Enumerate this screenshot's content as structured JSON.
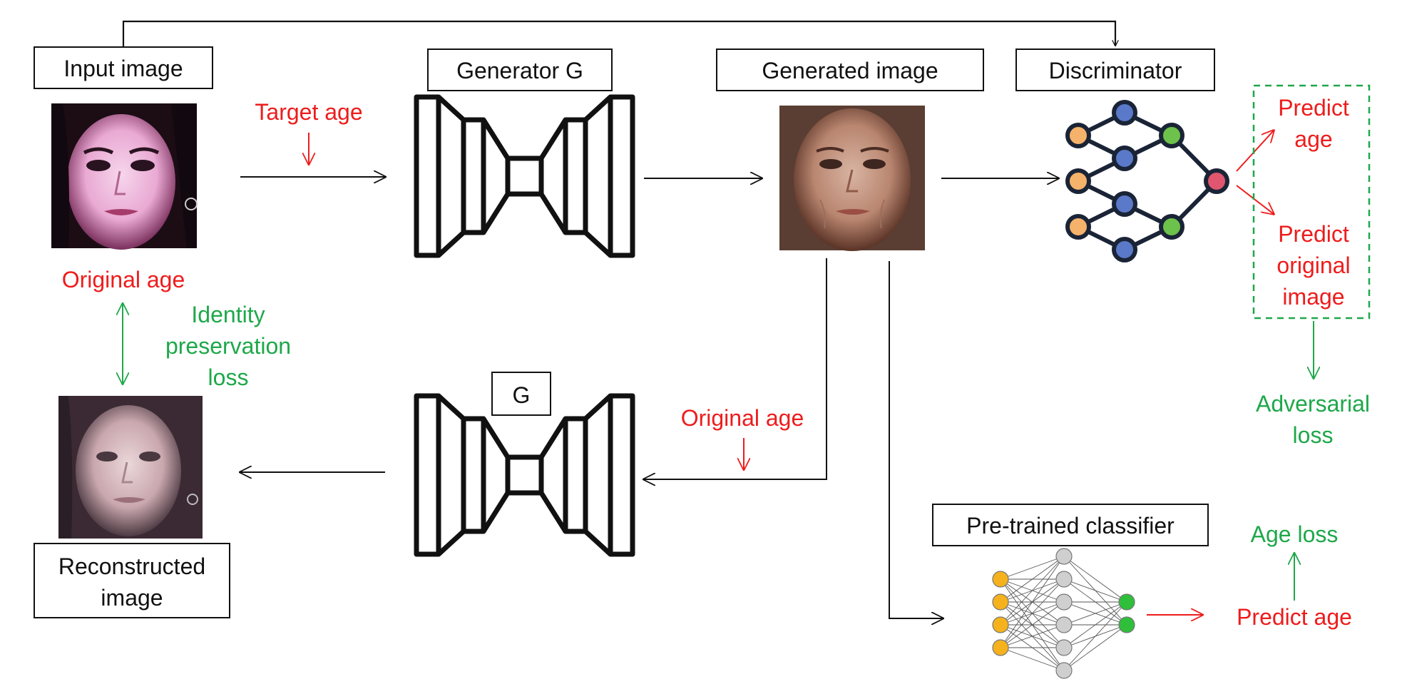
{
  "colors": {
    "black": "#111111",
    "red": "#ee1c1c",
    "green": "#1ea84a",
    "orange": "#f5b26b",
    "blue": "#5b79c9",
    "lightgreen": "#6cc24a",
    "pink": "#e0566e",
    "yellow": "#f5b21c",
    "gray": "#cfcfcf",
    "outgreen": "#2fbf3a"
  },
  "boxes": {
    "input_image": "Input image",
    "generator_g": "Generator G",
    "generated_image": "Generated image",
    "discriminator": "Discriminator",
    "g": "G",
    "reconstructed_line1": "Reconstructed",
    "reconstructed_line2": "image",
    "pretrained_classifier": "Pre-trained classifier"
  },
  "labels": {
    "target_age": "Target age",
    "original_age_left": "Original age",
    "identity_line1": "Identity",
    "identity_line2": "preservation",
    "identity_line3": "loss",
    "original_age_mid": "Original age",
    "predict_age_top_line1": "Predict",
    "predict_age_top_line2": "age",
    "predict_orig_line1": "Predict",
    "predict_orig_line2": "original",
    "predict_orig_line3": "image",
    "adversarial_line1": "Adversarial",
    "adversarial_line2": "loss",
    "age_loss": "Age loss",
    "predict_age_bottom": "Predict age"
  },
  "images": {
    "input_face": "face-photo",
    "generated_face": "aged-face-photo",
    "reconstructed_face": "reconstructed-face-photo"
  }
}
